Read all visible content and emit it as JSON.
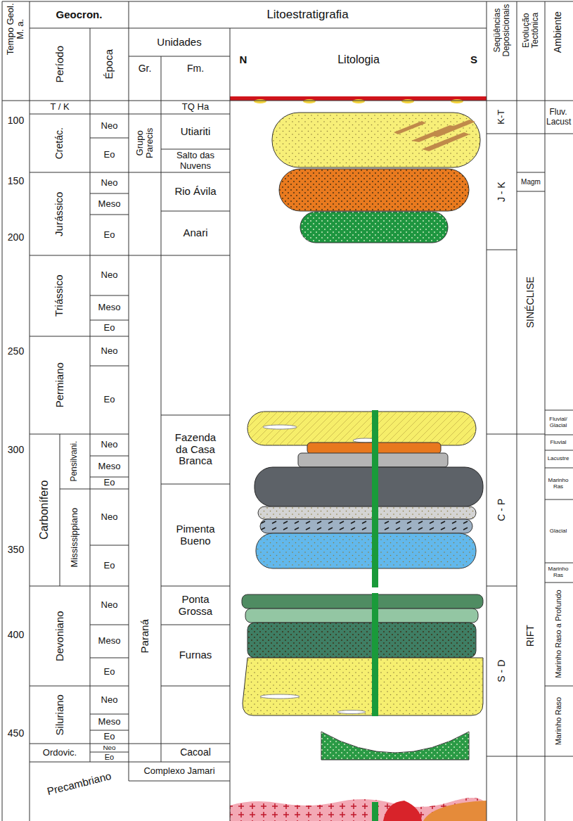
{
  "diagram": {
    "labels": [
      "Tempo Geol. M. a.",
      "Geocron.",
      "Período",
      "Época",
      "Litoestratigrafia",
      "Unidades",
      "Gr.",
      "Fm.",
      "N",
      "Litologia",
      "S",
      "Seqüências Deposicionais",
      "Evolução Tectônica",
      "Ambiente",
      "100",
      "150",
      "200",
      "250",
      "300",
      "350",
      "400",
      "450",
      "T / K",
      "Cretác.",
      "Jurássico",
      "Triássico",
      "Permiano",
      "Carbonífero",
      "Pensilvani.",
      "Mississippiano",
      "Devoniano",
      "Siluriano",
      "Ordovic.",
      "Precambriano",
      "Neo",
      "Eo",
      "Neo",
      "Meso",
      "Eo",
      "Neo",
      "Meso",
      "Eo",
      "Neo",
      "Eo",
      "Neo",
      "Meso",
      "Eo",
      "Neo",
      "Eo",
      "Neo",
      "Meso",
      "Eo",
      "Neo",
      "Meso",
      "Eo",
      "Neo",
      "Eo",
      "Grupo Parecis",
      "Paraná",
      "TQ Ha",
      "Utiariti",
      "Salto das Nuvens",
      "Rio Ávila",
      "Anari",
      "Fazenda da Casa Branca",
      "Pimenta Bueno",
      "Ponta Grossa",
      "Furnas",
      "Cacoal",
      "Complexo Jamari",
      "K-T",
      "J - K",
      "C - P",
      "S - D",
      "Magm",
      "SINÉCLISE",
      "RIFT",
      "Fluv. Lacust",
      "Fluvial/ Glacial",
      "Fluvial",
      "Lacustre",
      "Marinho Ras",
      "Glacial",
      "Marinho Ras",
      "Marinho Raso a Profundo",
      "Marinho Raso"
    ]
  }
}
